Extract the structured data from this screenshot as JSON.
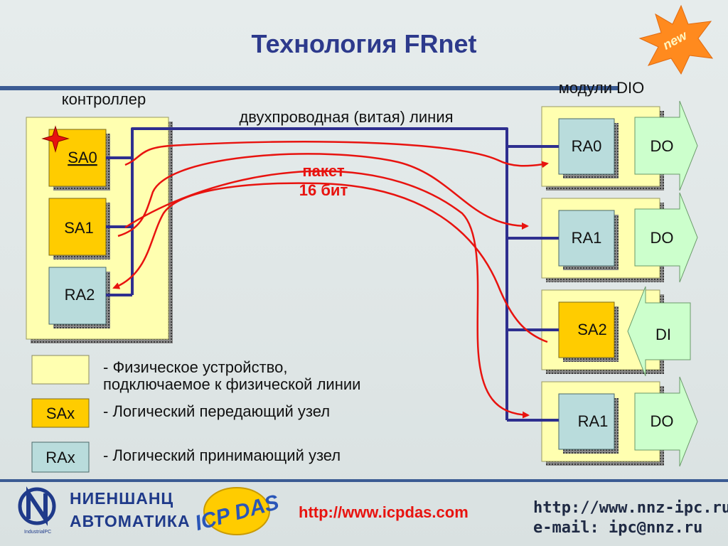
{
  "title": "Технология FRnet",
  "badge": {
    "text": "new",
    "color": "#ff8a1e"
  },
  "controller": {
    "label": "контроллер",
    "nodes": [
      {
        "label": "SA0",
        "kind": "sender",
        "fault_marker": "star-icon"
      },
      {
        "label": "SA1",
        "kind": "sender"
      },
      {
        "label": "RA2",
        "kind": "receiver"
      }
    ]
  },
  "bus": {
    "label": "двухпроводная (витая) линия",
    "color": "#2e2f8f"
  },
  "packet": {
    "line1": "пакет",
    "line2": "16 бит",
    "color": "#e8130f"
  },
  "dio": {
    "label": "модули DIO",
    "modules": [
      {
        "node": "RA0",
        "kind": "receiver",
        "io": "DO",
        "direction": "out"
      },
      {
        "node": "RA1",
        "kind": "receiver",
        "io": "DO",
        "direction": "out"
      },
      {
        "node": "SA2",
        "kind": "sender",
        "io": "DI",
        "direction": "in"
      },
      {
        "node": "RA1",
        "kind": "receiver",
        "io": "DO",
        "direction": "out"
      }
    ]
  },
  "legend": {
    "physical_line1": "- Физическое устройство,",
    "physical_line2": "подключаемое к физической линии",
    "sender_tag": "SAx",
    "sender_desc": "- Логический передающий узел",
    "receiver_tag": "RAx",
    "receiver_desc": "- Логический принимающий узел"
  },
  "footer": {
    "company_line1": "НИЕНШАНЦ",
    "company_line2": "АВТОМАТИКА",
    "company_sub": "IndustrialPC",
    "partner_logo": "ICP DAS",
    "partner_url": "http://www.icpdas.com",
    "site": "http://www.nnz-ipc.ru",
    "email": "e-mail: ipc@nnz.ru"
  },
  "colors": {
    "device_fill": "#ffffb0",
    "sender_fill": "#ffcc00",
    "receiver_fill": "#b9dcdc",
    "io_fill": "#ccffcc",
    "bus": "#2e2f8f",
    "packet_arrow": "#e8130f",
    "rule": "#3b5b93"
  }
}
